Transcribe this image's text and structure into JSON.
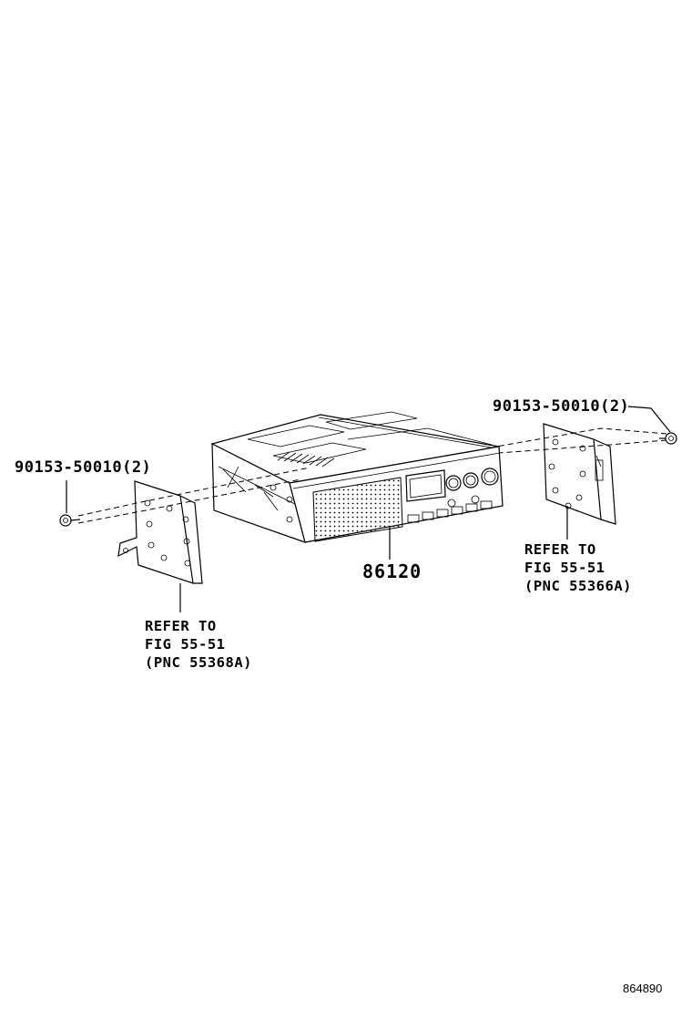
{
  "labels": {
    "screw_left": "90153-50010(2)",
    "screw_right": "90153-50010(2)",
    "radio_unit": "86120",
    "note_left": [
      "REFER TO",
      "FIG 55-51",
      "(PNC 55368A)"
    ],
    "note_right": [
      "REFER TO",
      "FIG 55-51",
      "(PNC 55366A)"
    ],
    "figure_id": "864890"
  },
  "icons": {
    "screw": "screw-icon",
    "bracket": "mounting-bracket-icon",
    "radio": "radio-receiver-icon"
  }
}
